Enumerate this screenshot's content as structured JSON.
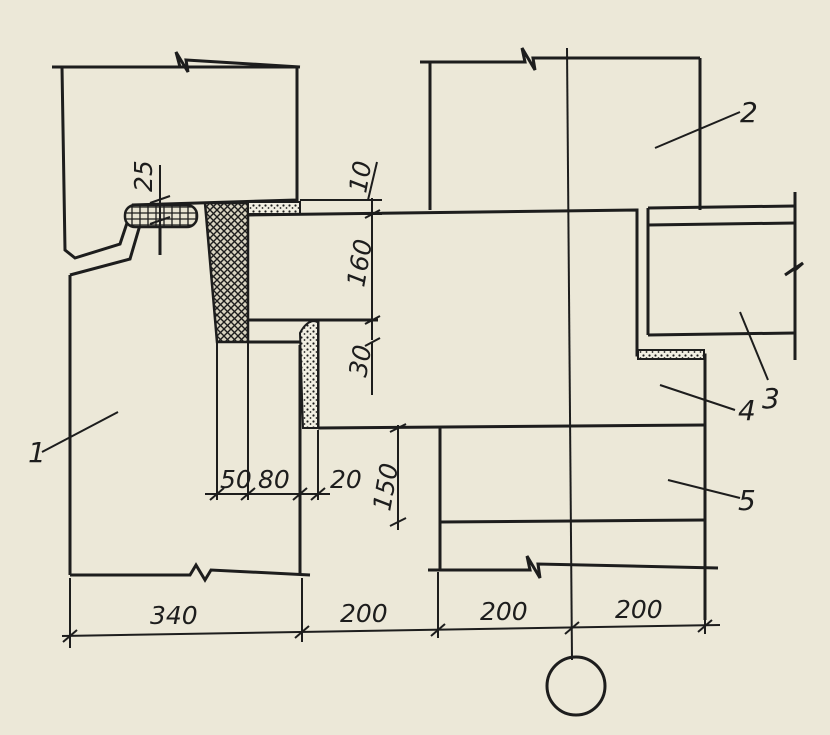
{
  "figure": {
    "callouts": [
      "1",
      "2",
      "3",
      "4",
      "5"
    ],
    "dimensions": {
      "joint_25": "25",
      "gap_10": "10",
      "height_160": "160",
      "height_30": "30",
      "width_50": "50",
      "width_80": "80",
      "width_20": "20",
      "height_150": "150",
      "bottom_340": "340",
      "bottom_200_a": "200",
      "bottom_200_b": "200",
      "bottom_200_c": "200"
    },
    "axis_marker": ""
  },
  "colors": {
    "background": "#ece8d8",
    "ink": "#1d1d1d"
  }
}
